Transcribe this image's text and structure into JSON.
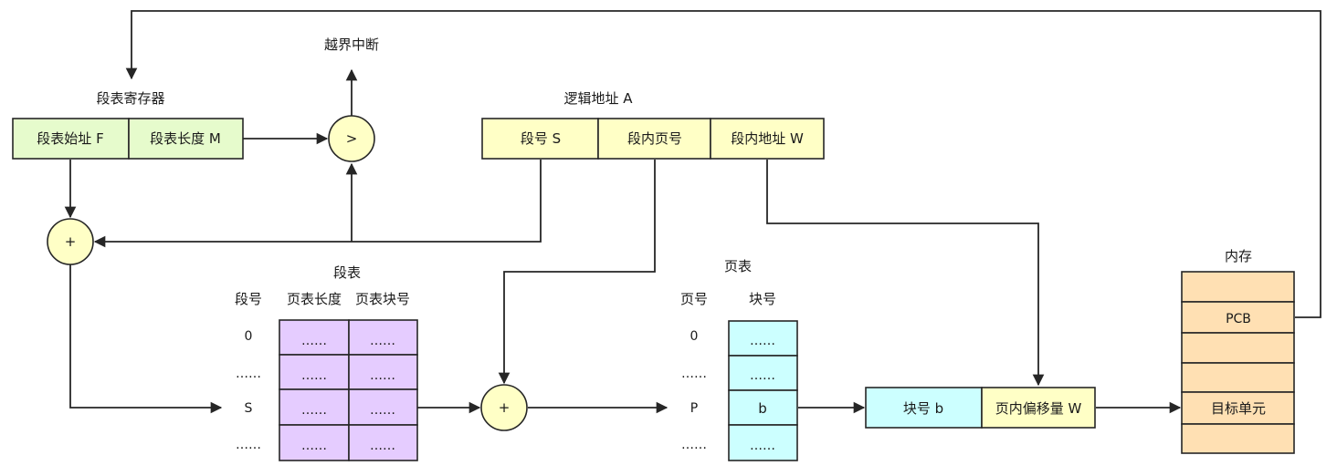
{
  "labels": {
    "overflow": "越界中断",
    "seg_register": "段表寄存器",
    "logical_address": "逻辑地址 A",
    "seg_table": "段表",
    "page_table": "页表",
    "memory": "内存"
  },
  "seg_register": {
    "start": "段表始址 F",
    "length": "段表长度 M"
  },
  "logical": {
    "seg_no": "段号 S",
    "page_no": "段内页号",
    "offset": "段内地址 W"
  },
  "operators": {
    "compare": ">",
    "add1": "+",
    "add2": "+"
  },
  "seg_table": {
    "headers": [
      "段号",
      "页表长度",
      "页表块号"
    ],
    "rows": [
      {
        "key": "0",
        "c1": "……",
        "c2": "……"
      },
      {
        "key": "……",
        "c1": "……",
        "c2": "……"
      },
      {
        "key": "S",
        "c1": "……",
        "c2": "……"
      },
      {
        "key": "……",
        "c1": "……",
        "c2": "……"
      }
    ]
  },
  "page_table": {
    "headers": [
      "页号",
      "块号"
    ],
    "rows": [
      {
        "key": "0",
        "c1": "……"
      },
      {
        "key": "……",
        "c1": "……"
      },
      {
        "key": "P",
        "c1": "b"
      },
      {
        "key": "……",
        "c1": "……"
      }
    ]
  },
  "physical": {
    "block": "块号 b",
    "offset": "页内偏移量 W"
  },
  "memory": [
    "",
    "PCB",
    "",
    "",
    "目标单元",
    ""
  ],
  "colors": {
    "green": "#e6fbcc",
    "yellow": "#ffffc6",
    "purple": "#e5ccff",
    "cyan": "#ccffff",
    "orange": "#ffe0b3"
  }
}
